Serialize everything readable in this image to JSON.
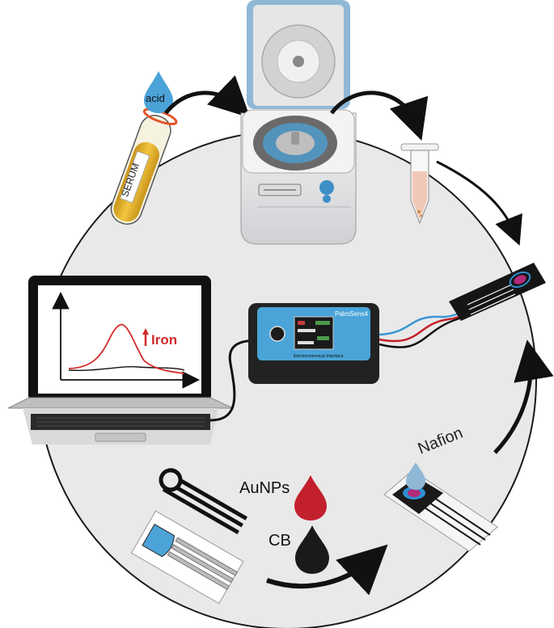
{
  "labels": {
    "acid": "acid",
    "serum": "SERUM",
    "iron": "Iron",
    "brand": "PalmSens4",
    "device_caption": "Electrochemical Interface",
    "nafion": "Nafion",
    "aunps": "AuNPs",
    "cb": "CB"
  },
  "colors": {
    "background": "#ffffff",
    "circle_fill": "#e9e9e9",
    "serum_yellow": "#e2b52a",
    "acid_blue": "#4ca3d8",
    "centrifuge_lid": "#8fb8d6",
    "potentiostat_blue": "#4aa4d8",
    "iron_red": "#d42a2a",
    "aunps_red": "#c3202e",
    "cb_black": "#1a1a1a",
    "arrow_black": "#111111"
  }
}
